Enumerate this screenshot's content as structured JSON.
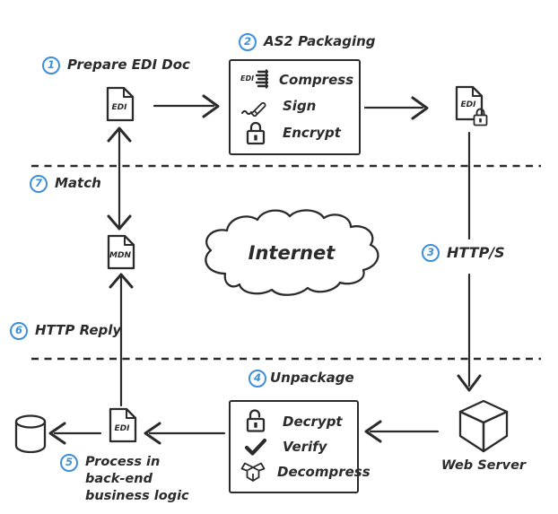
{
  "colors": {
    "ink": "#2b2b2b",
    "accent": "#3b8fdc",
    "background": "#ffffff"
  },
  "steps": [
    {
      "num": "1",
      "label": "Prepare EDI Doc"
    },
    {
      "num": "2",
      "label": "AS2 Packaging"
    },
    {
      "num": "3",
      "label": "HTTP/S"
    },
    {
      "num": "4",
      "label": "Unpackage"
    },
    {
      "num": "5",
      "label": "Process in back-end business logic"
    },
    {
      "num": "6",
      "label": "HTTP Reply"
    },
    {
      "num": "7",
      "label": "Match"
    }
  ],
  "documents": {
    "edi_top": {
      "label": "EDI"
    },
    "edi_encrypted": {
      "label": "EDI",
      "badge": "lock-icon"
    },
    "mdn": {
      "label": "MDN"
    },
    "edi_bottom": {
      "label": "EDI"
    }
  },
  "as2_box": {
    "items": [
      {
        "icon": "compressed-edi-icon",
        "icon_text": "EDI",
        "label": "Compress"
      },
      {
        "icon": "pen-signature-icon",
        "label": "Sign"
      },
      {
        "icon": "closed-padlock-icon",
        "label": "Encrypt"
      }
    ]
  },
  "unpackage_box": {
    "items": [
      {
        "icon": "open-padlock-icon",
        "label": "Decrypt"
      },
      {
        "icon": "checkmark-icon",
        "label": "Verify"
      },
      {
        "icon": "open-box-icon",
        "label": "Decompress"
      }
    ]
  },
  "cloud": {
    "label": "Internet"
  },
  "web_server": {
    "label": "Web Server"
  }
}
